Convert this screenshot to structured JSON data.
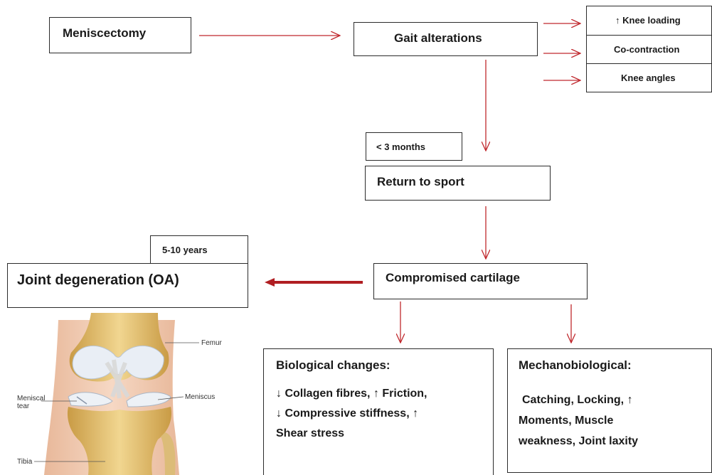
{
  "boxes": {
    "meniscectomy": "Meniscectomy",
    "gait_alterations": "Gait alterations",
    "knee_loading": "Knee loading",
    "co_contraction": "Co-contraction",
    "knee_angles": "Knee angles",
    "three_months": "< 3 months",
    "return_to_sport": "Return to sport",
    "five_ten_years": "5-10 years",
    "joint_degeneration": "Joint degeneration (OA)",
    "compromised_cartilage": "Compromised cartilage",
    "biological": {
      "title": "Biological changes:",
      "line1_a": "Collagen fibres,",
      "line1_b": "Friction,",
      "line2_a": "Compressive stiffness,",
      "line3": "Shear stress"
    },
    "mechanobiological": {
      "title": "Mechanobiological:",
      "line1": "Catching, Locking,",
      "line2": "Moments, Muscle",
      "line3": "weakness, Joint laxity"
    }
  },
  "symbols": {
    "up": "↑",
    "down": "↓"
  },
  "illustration": {
    "femur": "Femur",
    "meniscal_tear_1": "Meniscal",
    "meniscal_tear_2": "tear",
    "meniscus": "Meniscus",
    "tibia": "Tibia"
  },
  "colors": {
    "arrow": "#c0282d",
    "arrow_bold": "#b01e22",
    "border": "#2b2b2b"
  }
}
